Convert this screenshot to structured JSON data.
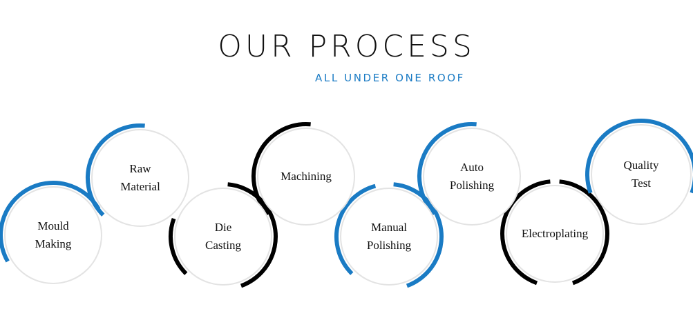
{
  "header": {
    "title": "OUR PROCESS",
    "subtitle": "ALL UNDER ONE ROOF"
  },
  "colors": {
    "accent_blue": "#1a7bc4",
    "accent_black": "#000000",
    "circle_border": "#e3e3e3"
  },
  "steps": [
    {
      "line1": "Mould",
      "line2": "Making",
      "accent": "blue"
    },
    {
      "line1": "Raw",
      "line2": "Material",
      "accent": "blue"
    },
    {
      "line1": "Die",
      "line2": "Casting",
      "accent": "black"
    },
    {
      "line1": "Machining",
      "line2": "",
      "accent": "black"
    },
    {
      "line1": "Manual",
      "line2": "Polishing",
      "accent": "blue"
    },
    {
      "line1": "Auto",
      "line2": "Polishing",
      "accent": "blue"
    },
    {
      "line1": "Electroplating",
      "line2": "",
      "accent": "black"
    },
    {
      "line1": "Quality",
      "line2": "Test",
      "accent": "blue"
    }
  ]
}
